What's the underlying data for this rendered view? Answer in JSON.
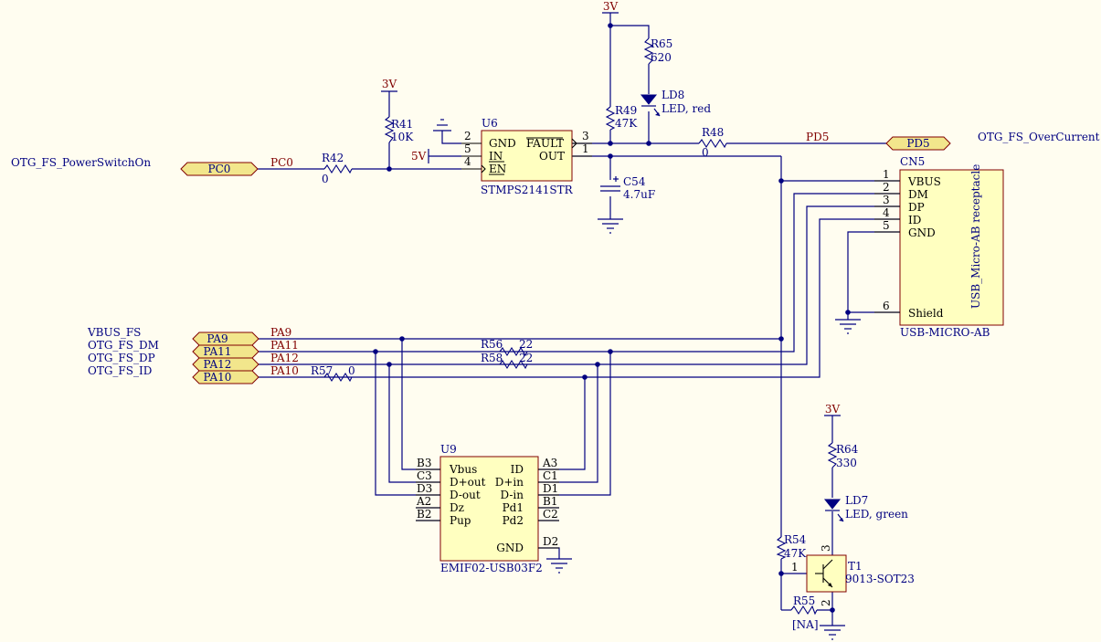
{
  "colors": {
    "background": "#fffdf0",
    "wire": "#000080",
    "net_label": "#800000",
    "component_fill": "#ffffc0",
    "port_fill": "#f2e68c"
  },
  "ports": [
    {
      "label": "PC0"
    },
    {
      "label": "PD5"
    },
    {
      "label": "PA9"
    },
    {
      "label": "PA11"
    },
    {
      "label": "PA12"
    },
    {
      "label": "PA10"
    }
  ],
  "port_comments": {
    "pc0": "OTG_FS_PowerSwitchOn",
    "pd5": "OTG_FS_OverCurrent",
    "pa9": "VBUS_FS",
    "pa11": "OTG_FS_DM",
    "pa12": "OTG_FS_DP",
    "pa10": "OTG_FS_ID"
  },
  "nets": {
    "pc0": "PC0",
    "pd5": "PD5",
    "pa9": "PA9",
    "pa11": "PA11",
    "pa12": "PA12",
    "pa10": "PA10"
  },
  "power": {
    "v3_a": "3V",
    "v3_b": "3V",
    "v3_c": "3V",
    "v5": "5V"
  },
  "components": {
    "u6": {
      "ref": "U6",
      "part": "STMPS2141STR",
      "pins": {
        "gnd": "GND",
        "in": "IN",
        "en": "EN",
        "fault": "FAULT",
        "out": "OUT"
      },
      "pin_numbers": {
        "gnd": "2",
        "in": "5",
        "en": "4",
        "fault": "3",
        "out": "1"
      }
    },
    "cn5": {
      "ref": "CN5",
      "part": "USB-MICRO-AB",
      "desc": "USB_Micro-AB receptacle",
      "pins": {
        "vbus": "VBUS",
        "dm": "DM",
        "dp": "DP",
        "id": "ID",
        "gnd": "GND",
        "shield": "Shield"
      },
      "pin_numbers": {
        "vbus": "1",
        "dm": "2",
        "dp": "3",
        "id": "4",
        "gnd": "5",
        "shield": "6"
      }
    },
    "u9": {
      "ref": "U9",
      "part": "EMIF02-USB03F2",
      "left_pins": [
        {
          "num": "B3",
          "name": "Vbus"
        },
        {
          "num": "C3",
          "name": "D+out"
        },
        {
          "num": "D3",
          "name": "D-out"
        },
        {
          "num": "A2",
          "name": "Dz"
        },
        {
          "num": "B2",
          "name": "Pup"
        }
      ],
      "right_pins": [
        {
          "num": "A3",
          "name": "ID"
        },
        {
          "num": "C1",
          "name": "D+in"
        },
        {
          "num": "D1",
          "name": "D-in"
        },
        {
          "num": "B1",
          "name": "Pd1"
        },
        {
          "num": "C2",
          "name": "Pd2"
        }
      ],
      "gnd_pin": {
        "num": "D2",
        "name": "GND"
      }
    },
    "t1": {
      "ref": "T1",
      "part": "9013-SOT23",
      "pins": {
        "base": "1",
        "collector": "3",
        "emitter": "2"
      }
    },
    "r41": {
      "ref": "R41",
      "value": "10K"
    },
    "r42": {
      "ref": "R42",
      "value": "0"
    },
    "r48": {
      "ref": "R48",
      "value": "0"
    },
    "r49": {
      "ref": "R49",
      "value": "47K"
    },
    "r65": {
      "ref": "R65",
      "value": "620"
    },
    "r56": {
      "ref": "R56",
      "value": "22"
    },
    "r58": {
      "ref": "R58",
      "value": "22"
    },
    "r57": {
      "ref": "R57",
      "value": "0"
    },
    "r64": {
      "ref": "R64",
      "value": "330"
    },
    "r54": {
      "ref": "R54",
      "value": "47K"
    },
    "r55": {
      "ref": "R55",
      "value": "[NA]"
    },
    "c54": {
      "ref": "C54",
      "value": "4.7uF"
    },
    "ld8": {
      "ref": "LD8",
      "value": "LED, red"
    },
    "ld7": {
      "ref": "LD7",
      "value": "LED, green"
    }
  }
}
